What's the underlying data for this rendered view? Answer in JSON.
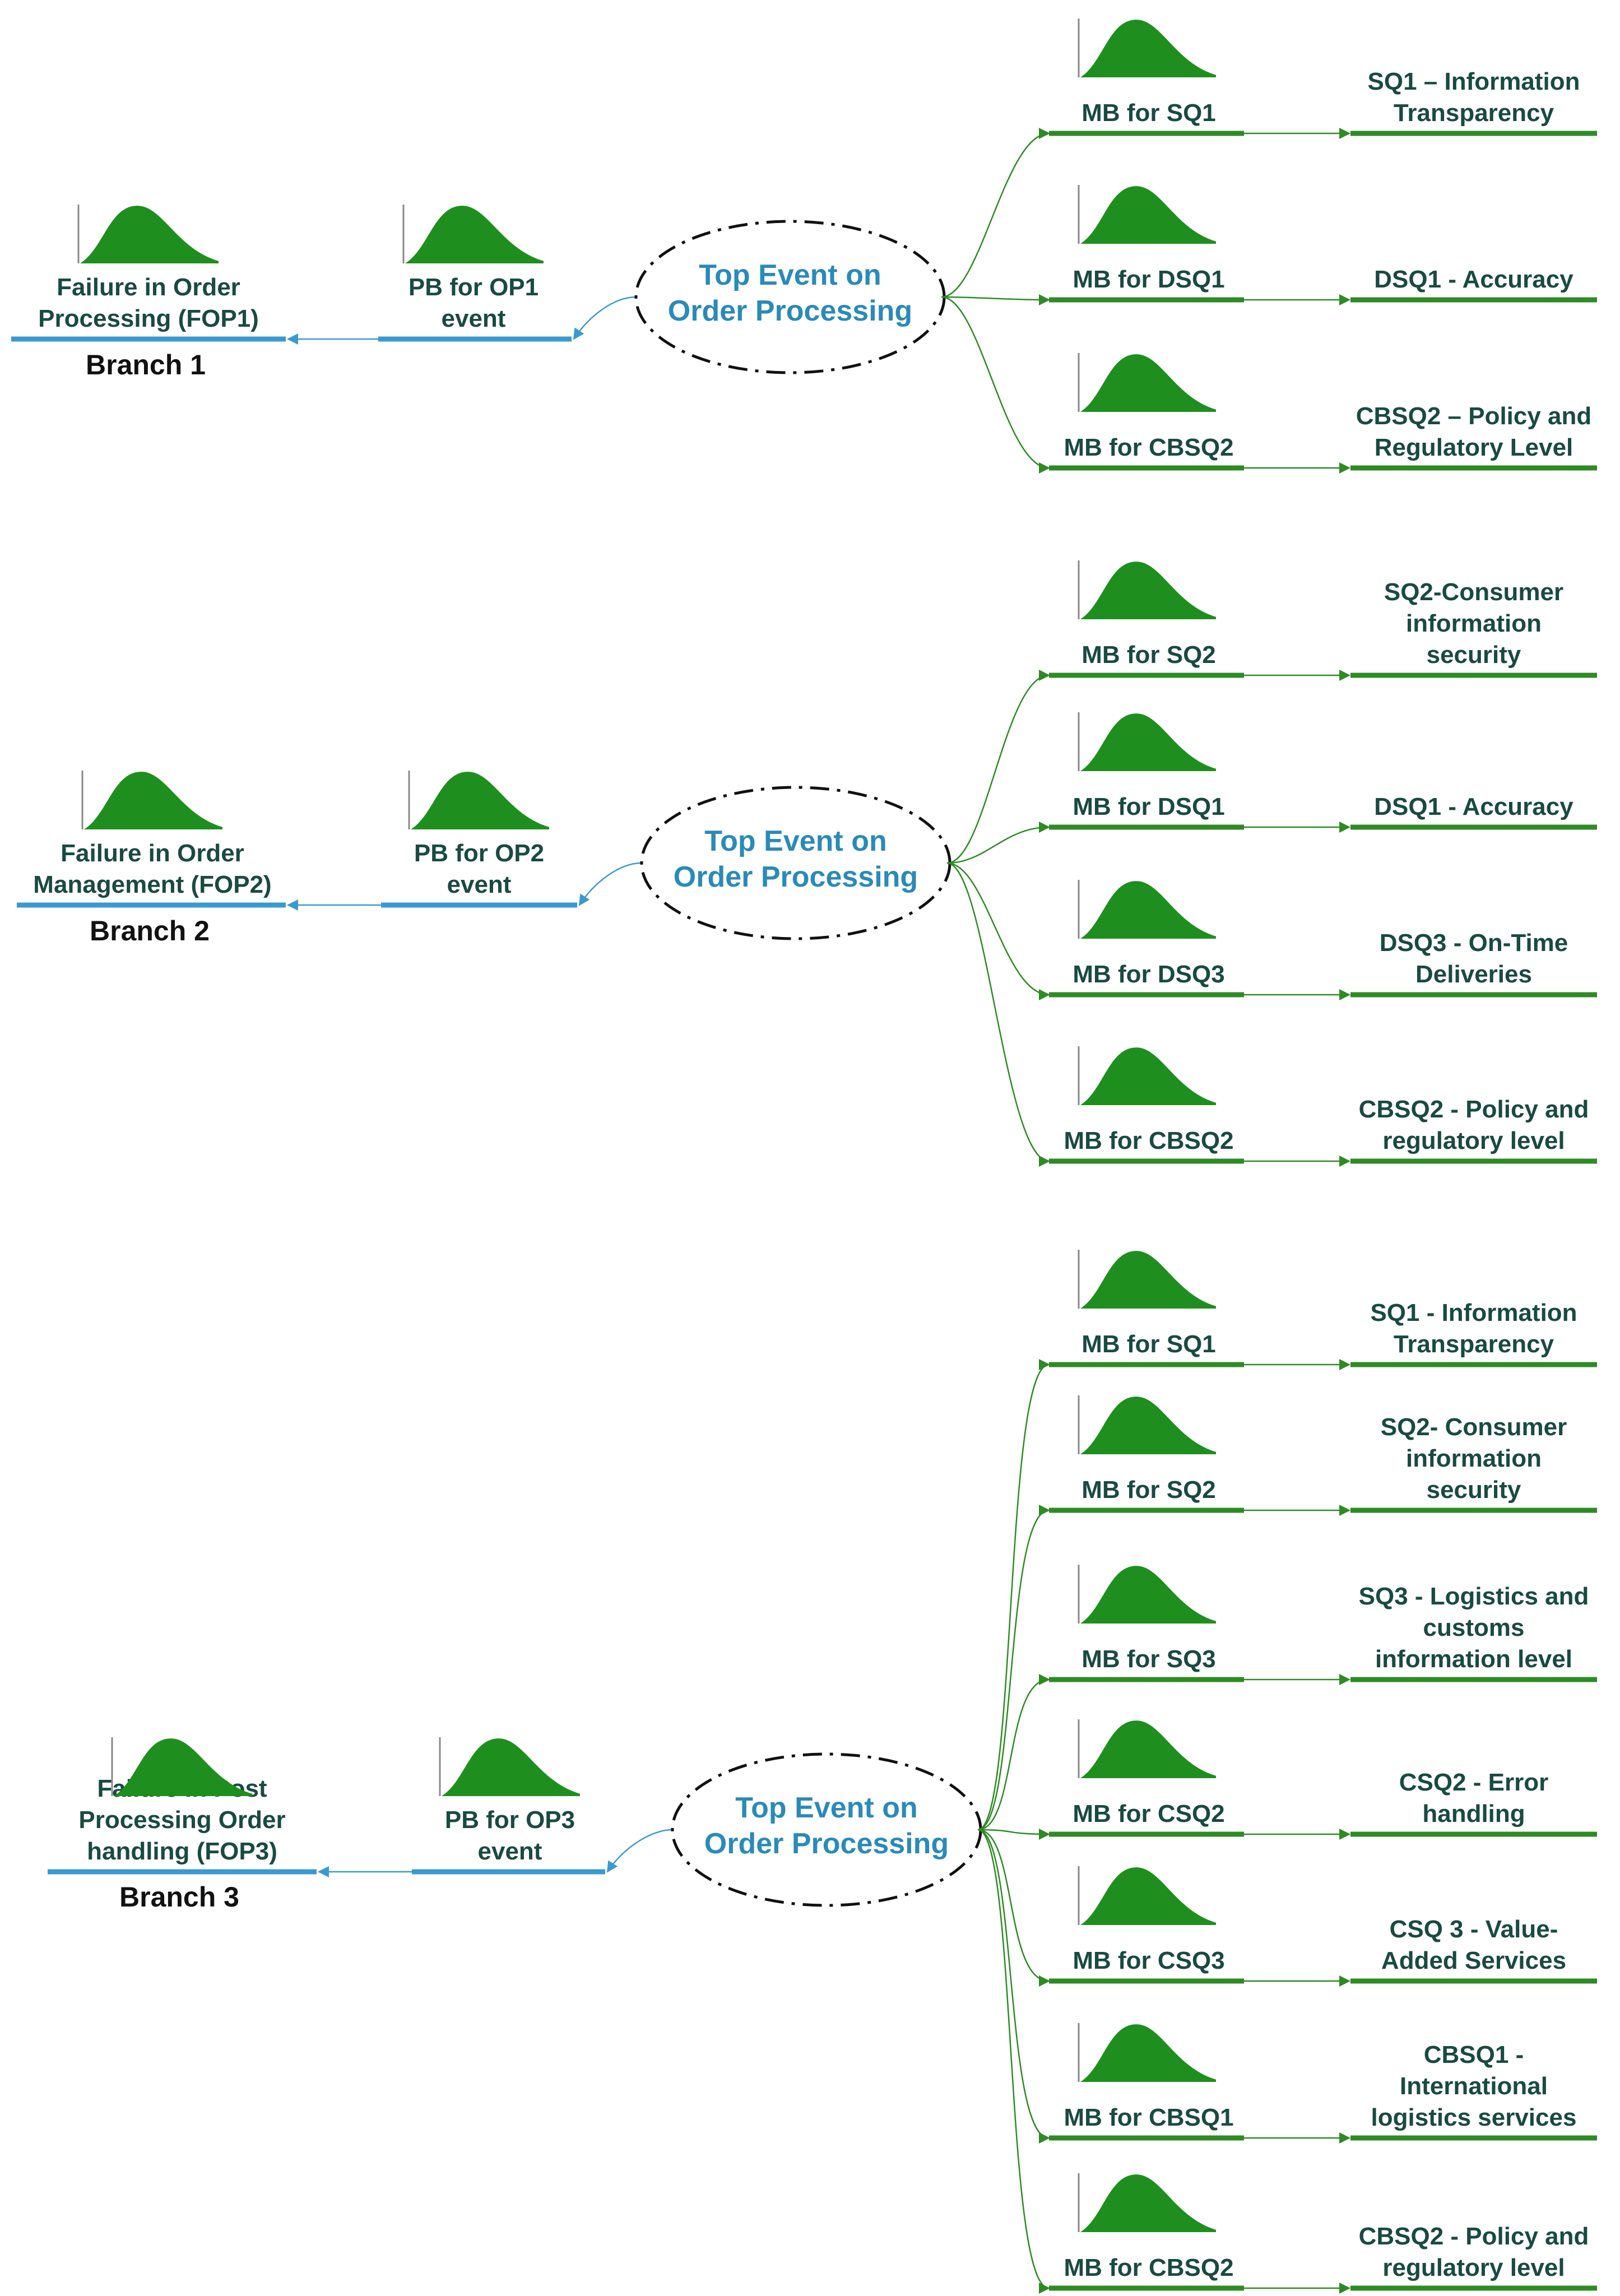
{
  "colors": {
    "green": "#2e8b24",
    "curve_fill": "#1e8f1e",
    "blue": "#3a9ad0",
    "label": "#1a4a42",
    "top_event": "#2b8ab8"
  },
  "branches": [
    {
      "name": "Branch 1",
      "failure": [
        "Failure in Order",
        "Processing (FOP1)"
      ],
      "pb": [
        "PB for OP1",
        "event"
      ],
      "top_event": [
        "Top Event on",
        "Order Processing"
      ],
      "children": [
        {
          "mb": "MB for SQ1",
          "label": [
            "SQ1 – Information",
            "Transparency"
          ]
        },
        {
          "mb": "MB for DSQ1",
          "label": [
            "DSQ1 - Accuracy"
          ]
        },
        {
          "mb": "MB for CBSQ2",
          "label": [
            "CBSQ2 – Policy and",
            "Regulatory Level"
          ]
        }
      ]
    },
    {
      "name": "Branch 2",
      "failure": [
        "Failure in Order",
        "Management (FOP2)"
      ],
      "pb": [
        "PB for OP2",
        "event"
      ],
      "top_event": [
        "Top Event on",
        "Order Processing"
      ],
      "children": [
        {
          "mb": "MB for SQ2",
          "label": [
            "SQ2-Consumer",
            "information",
            "security"
          ]
        },
        {
          "mb": "MB for DSQ1",
          "label": [
            "DSQ1 - Accuracy"
          ]
        },
        {
          "mb": "MB for DSQ3",
          "label": [
            "DSQ3 - On-Time",
            "Deliveries"
          ]
        },
        {
          "mb": "MB for CBSQ2",
          "label": [
            "CBSQ2 - Policy and",
            "regulatory level"
          ]
        }
      ]
    },
    {
      "name": "Branch 3",
      "failure": [
        "Failure in Post",
        "Processing Order",
        "handling (FOP3)"
      ],
      "pb": [
        "PB for OP3",
        "event"
      ],
      "top_event": [
        "Top Event on",
        "Order Processing"
      ],
      "children": [
        {
          "mb": "MB for SQ1",
          "label": [
            "SQ1 - Information",
            "Transparency"
          ]
        },
        {
          "mb": "MB for SQ2",
          "label": [
            "SQ2- Consumer",
            "information",
            "security"
          ]
        },
        {
          "mb": "MB for SQ3",
          "label": [
            "SQ3 - Logistics and",
            "customs",
            "information level"
          ]
        },
        {
          "mb": "MB for CSQ2",
          "label": [
            "CSQ2 - Error",
            "handling"
          ]
        },
        {
          "mb": "MB for CSQ3",
          "label": [
            "CSQ 3 - Value-",
            "Added Services"
          ]
        },
        {
          "mb": "MB for CBSQ1",
          "label": [
            "CBSQ1 -",
            "International",
            "logistics services"
          ]
        },
        {
          "mb": "MB for CBSQ2",
          "label": [
            "CBSQ2 - Policy and",
            "regulatory level"
          ]
        }
      ]
    }
  ]
}
